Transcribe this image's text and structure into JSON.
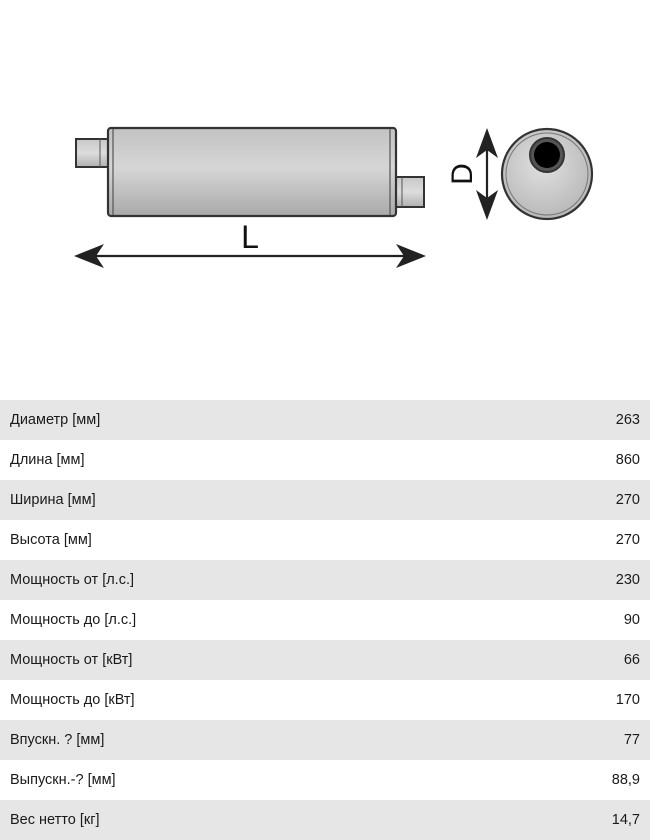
{
  "diagram": {
    "length_label": "L",
    "diameter_label": "D"
  },
  "specs": [
    {
      "label": "Диаметр [мм]",
      "value": "263"
    },
    {
      "label": "Длина [мм]",
      "value": "860"
    },
    {
      "label": "Ширина [мм]",
      "value": "270"
    },
    {
      "label": "Высота [мм]",
      "value": "270"
    },
    {
      "label": "Мощность от [л.с.]",
      "value": "230"
    },
    {
      "label": "Мощность до [л.с.]",
      "value": "90"
    },
    {
      "label": "Мощность от [кВт]",
      "value": "66"
    },
    {
      "label": "Мощность до [кВт]",
      "value": "170"
    },
    {
      "label": "Впускн. ? [мм]",
      "value": "77"
    },
    {
      "label": "Выпускн.-? [мм]",
      "value": "88,9"
    },
    {
      "label": "Вес нетто [кг]",
      "value": "14,7"
    }
  ]
}
